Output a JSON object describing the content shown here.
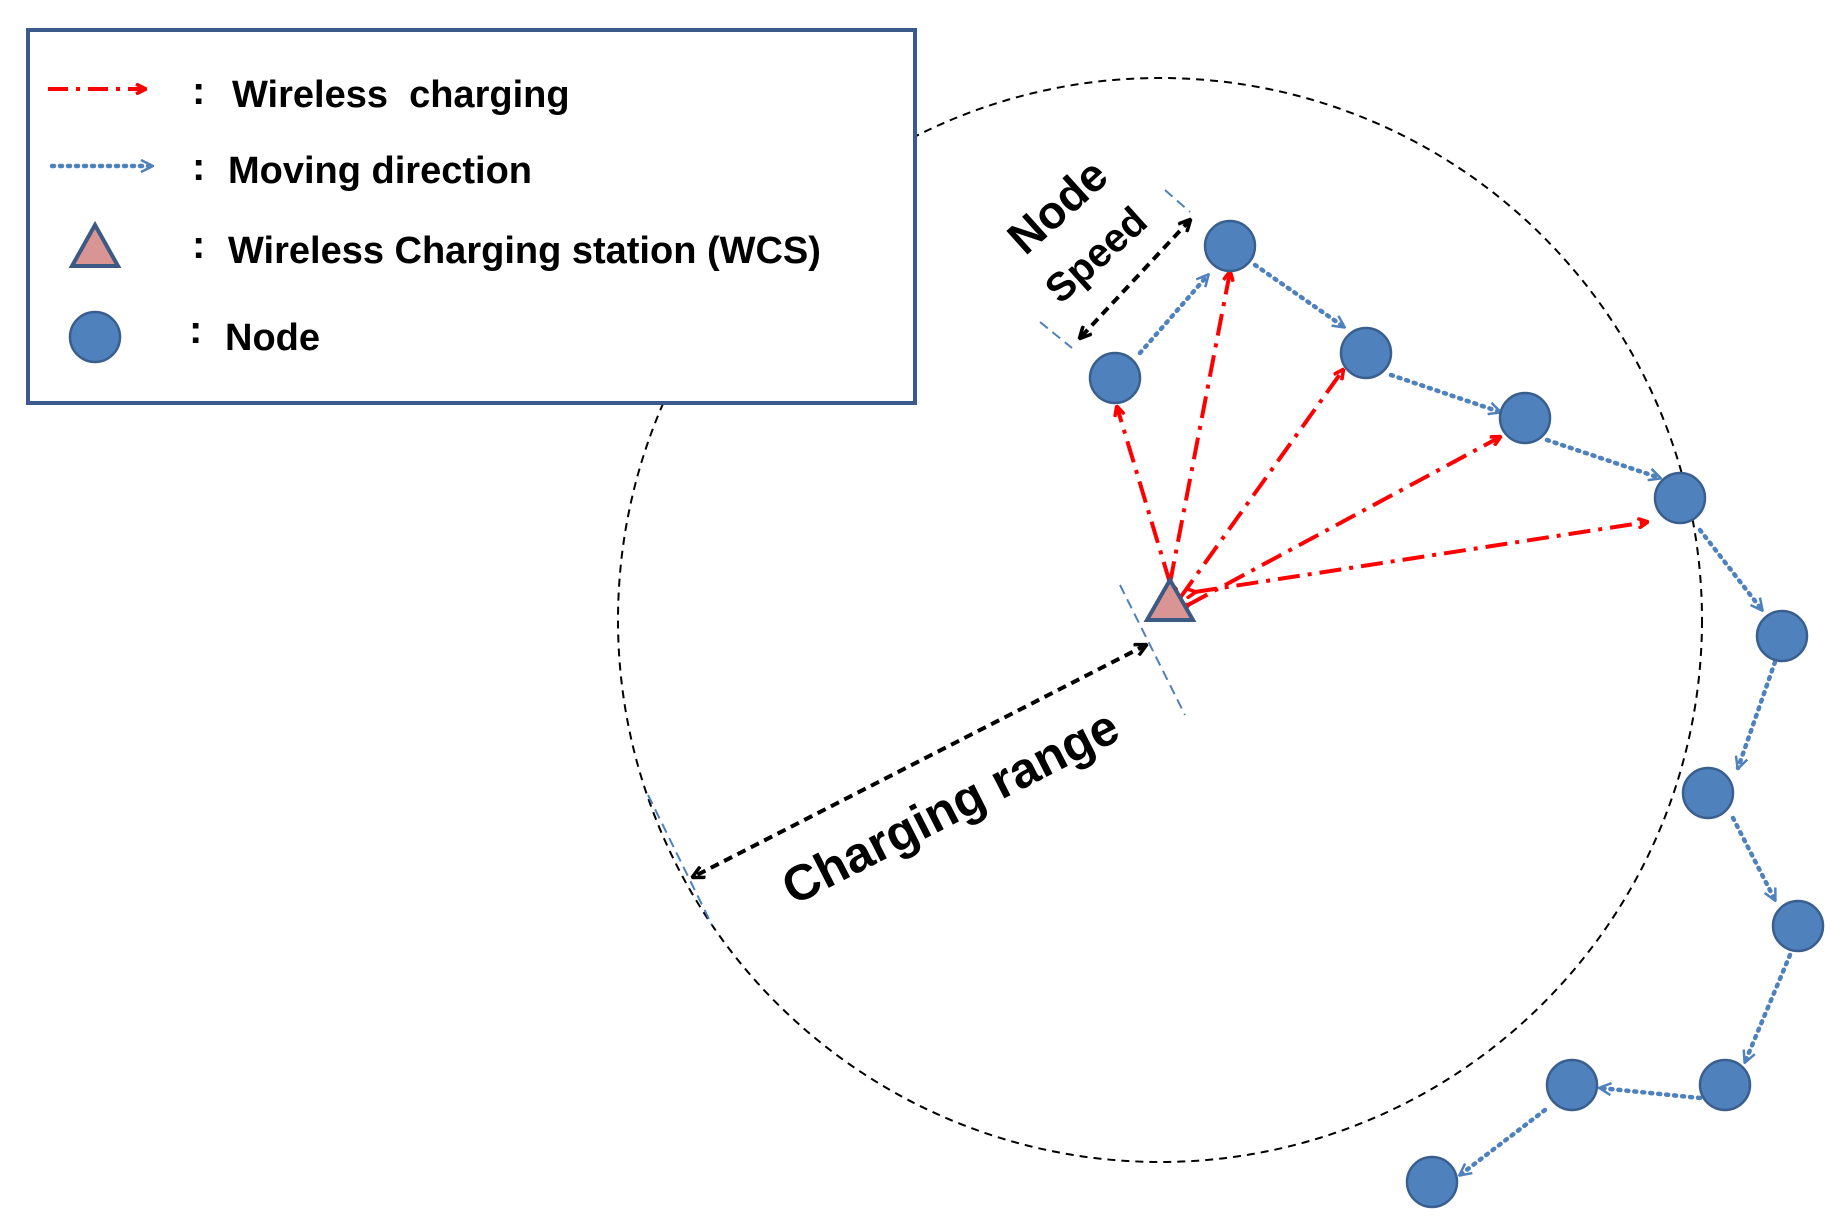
{
  "colors": {
    "charging": "#ff0000",
    "moving": "#4f81bd",
    "node_fill": "#4f81bd",
    "node_stroke": "#3a5f8f",
    "station_fill": "#d99594",
    "station_stroke": "#3c5a82",
    "legend_border": "#3a5a8c",
    "black": "#000000"
  },
  "legend": {
    "separator": ":",
    "wireless_charging": "Wireless  charging",
    "moving_direction": "Moving direction",
    "station": "Wireless Charging station (WCS)",
    "node": "Node"
  },
  "labels": {
    "node_speed_line1": "Node",
    "node_speed_line2": "Speed",
    "charging_range": "Charging range"
  },
  "icons": {
    "wireless_charging": "red-dash-dot-arrow-icon",
    "moving_direction": "blue-dotted-arrow-icon",
    "station": "triangle-icon",
    "node": "circle-icon"
  }
}
